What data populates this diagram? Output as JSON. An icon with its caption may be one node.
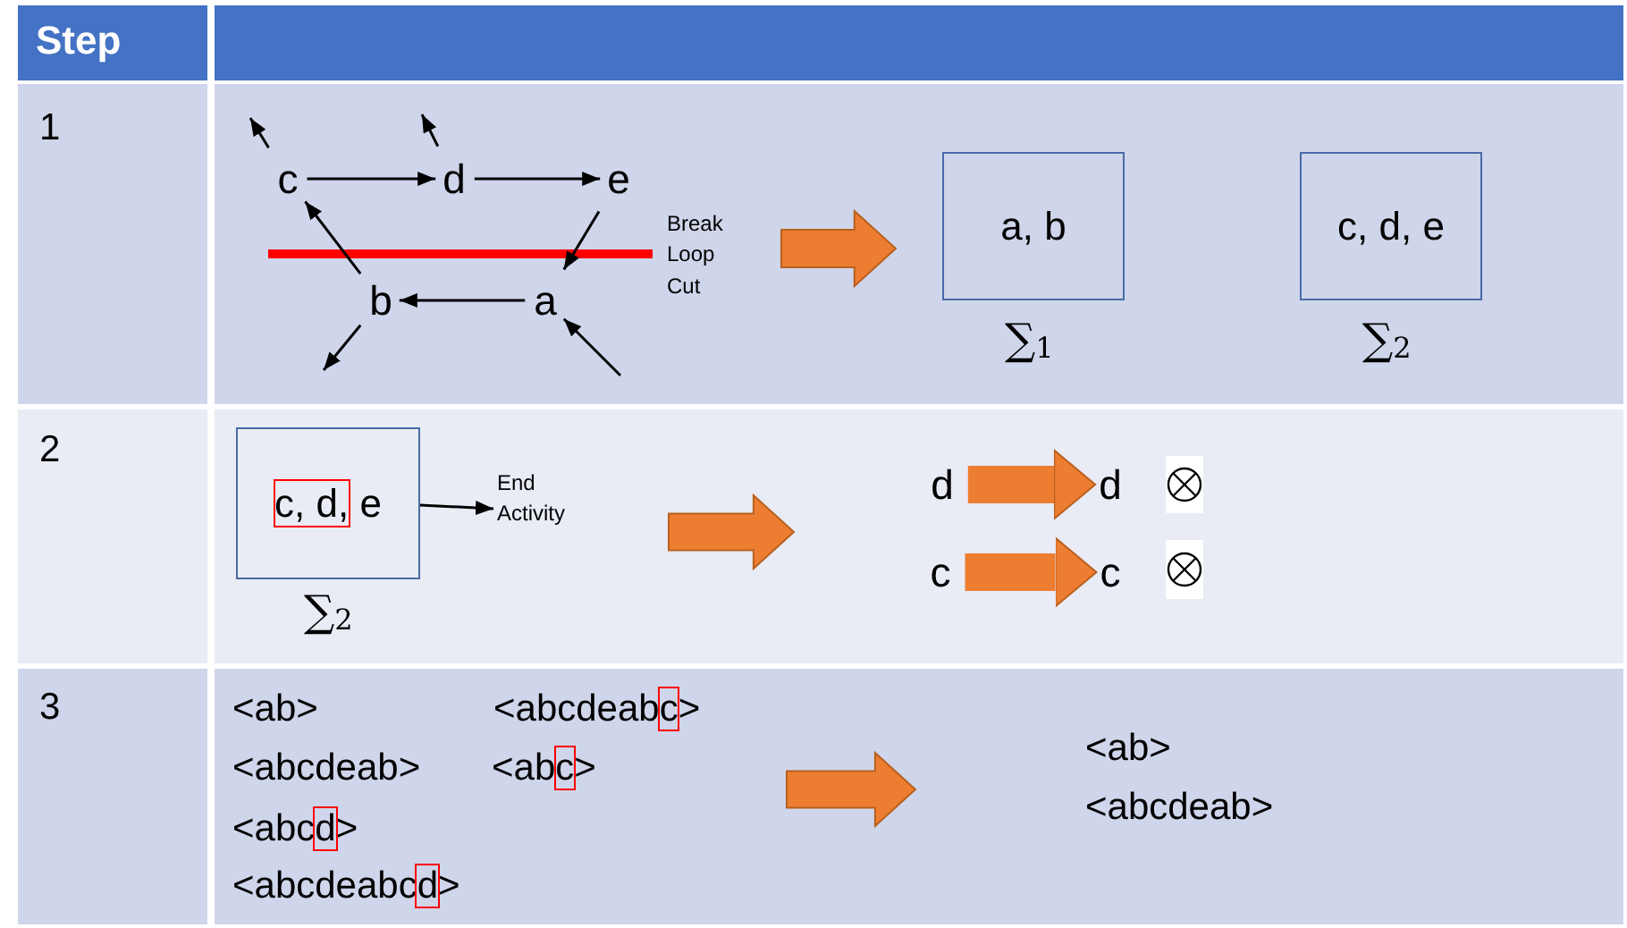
{
  "diagram": {
    "nodes": [
      {
        "text": [
          "c"
        ]
      },
      {
        "text": [
          "d"
        ]
      },
      {
        "text": [
          "e"
        ]
      },
      {
        "text": [
          "b"
        ]
      },
      {
        "text": [
          "a"
        ]
      },
      {
        "text": [
          "a, b"
        ],
        "beside": [
          "∑$_{1}$"
        ]
      },
      {
        "text": [
          "c, d, e"
        ],
        "beside": [
          "∑$_{2}$"
        ]
      },
      {
        "text": [
          "c, d, e"
        ],
        "beside": [
          "∑$_{2}$"
        ]
      },
      {
        "text": [
          "End Activity"
        ]
      },
      {
        "text": [
          "d"
        ]
      },
      {
        "text": [
          "d"
        ]
      },
      {
        "text": [],
        "shape": "circle"
      },
      {
        "text": [
          "c"
        ]
      },
      {
        "text": [
          "c"
        ]
      },
      {
        "text": [],
        "shape": "circle"
      }
    ],
    "edges": [
      {
        "from": 0,
        "to": 1,
        "arrow": "to"
      },
      {
        "from": 1,
        "to": 2,
        "arrow": "to"
      },
      {
        "from": 2,
        "to": 4,
        "arrow": "to"
      },
      {
        "from": 4,
        "to": 3,
        "arrow": "to"
      },
      {
        "from": 3,
        "to": 0,
        "arrow": "to"
      },
      {
        "from": 0,
        "to": null,
        "arrow": "to"
      },
      {
        "from": 1,
        "to": null,
        "arrow": "to"
      },
      {
        "from": 3,
        "to": null,
        "arrow": "to"
      },
      {
        "from": null,
        "to": 4,
        "arrow": "to"
      },
      {
        "from": 7,
        "to": 8,
        "arrow": "to"
      },
      {
        "from": 9,
        "to": 10,
        "arrow": "to",
        "style": "thick",
        "color": "#ed7d31"
      },
      {
        "from": 12,
        "to": 13,
        "arrow": "to",
        "style": "thick",
        "color": "#ed7d31"
      }
    ],
    "labels": [
      "Step",
      "1",
      "Break Loop Cut",
      "2",
      "3",
      "<ab>",
      "<abcdeabc>",
      "<abcdeab>",
      "<abc>",
      "<abcd>",
      "<abcdeabcd>",
      "<ab>",
      "<abcdeab>"
    ]
  }
}
